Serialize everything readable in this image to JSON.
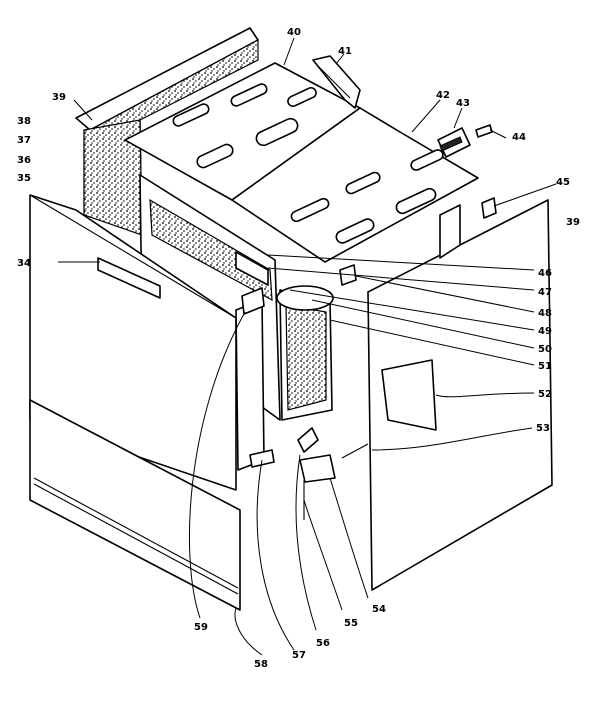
{
  "labels": {
    "p34": "34",
    "p35": "35",
    "p36": "36",
    "p37": "37",
    "p38": "38",
    "p39a": "39",
    "p39b": "39",
    "p40": "40",
    "p41": "41",
    "p42": "42",
    "p43": "43",
    "p44": "44",
    "p45": "45",
    "p46": "46",
    "p47": "47",
    "p48": "48",
    "p49": "49",
    "p50": "50",
    "p51": "51",
    "p52": "52",
    "p53": "53",
    "p54": "54",
    "p55": "55",
    "p56": "56",
    "p57": "57",
    "p58": "58",
    "p59": "59"
  }
}
